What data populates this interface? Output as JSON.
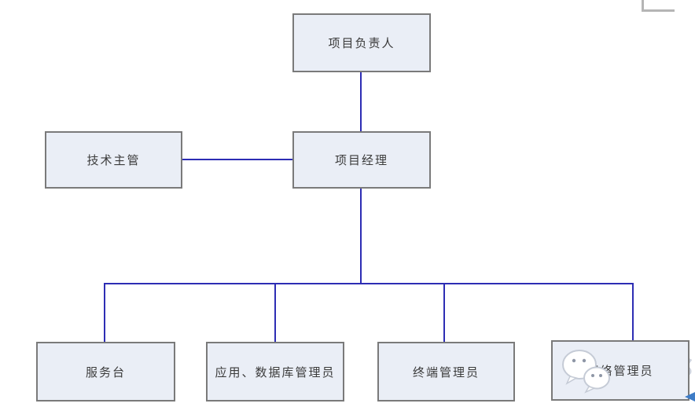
{
  "diagram": {
    "type": "org-chart",
    "nodes": {
      "project_leader": "项目负责人",
      "tech_supervisor": "技术主管",
      "project_manager": "项目经理",
      "service_desk": "服务台",
      "app_db_admin": "应用、数据库管理员",
      "terminal_admin": "终端管理员",
      "network_admin": "网络管理员"
    },
    "edges": [
      {
        "from": "project_leader",
        "to": "project_manager",
        "orientation": "vertical"
      },
      {
        "from": "tech_supervisor",
        "to": "project_manager",
        "orientation": "horizontal"
      },
      {
        "from": "project_manager",
        "to": "service_desk",
        "orientation": "tree"
      },
      {
        "from": "project_manager",
        "to": "app_db_admin",
        "orientation": "tree"
      },
      {
        "from": "project_manager",
        "to": "terminal_admin",
        "orientation": "tree"
      },
      {
        "from": "project_manager",
        "to": "network_admin",
        "orientation": "tree"
      }
    ]
  },
  "watermark": {
    "text": "运维帮",
    "icon": "wechat-icon"
  },
  "colors": {
    "connector": "#2d2db4",
    "box_fill": "#eaeef6",
    "box_border": "#7a7a7a",
    "box_text": "#3b3b3b",
    "watermark_text": "#c9cfda",
    "arrow_blue": "#3e7cc6",
    "corner_mark": "#b5b5b5"
  }
}
